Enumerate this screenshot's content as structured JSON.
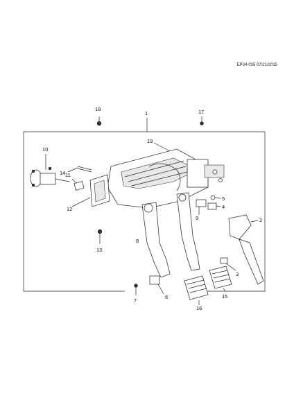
{
  "drawing_code": "EP04-035 07/21/2015",
  "callouts": [
    "1",
    "2",
    "3",
    "4",
    "5",
    "6",
    "7",
    "8",
    "9",
    "10",
    "11",
    "12",
    "13",
    "14",
    "15",
    "16",
    "17",
    "18",
    "19"
  ]
}
